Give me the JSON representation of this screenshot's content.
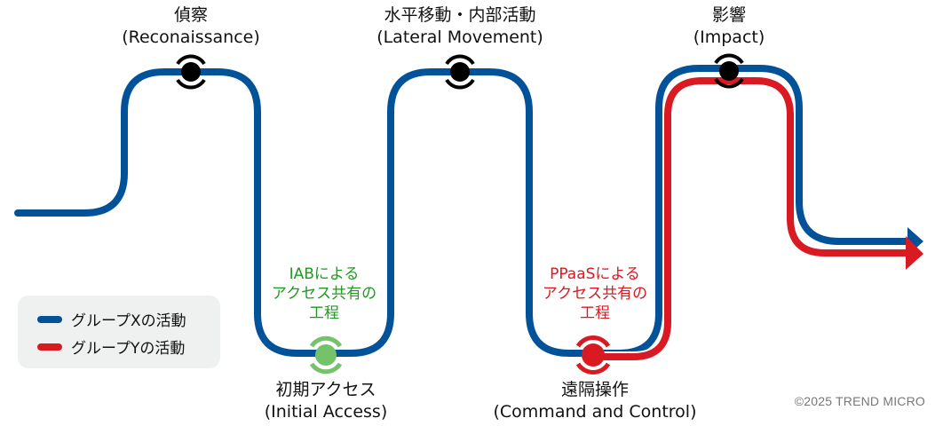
{
  "colors": {
    "group_x": "#02529a",
    "group_y": "#d91a22",
    "node_default": "#000000",
    "node_initial_access": "#74c26a",
    "node_cnc": "#d91a22",
    "note_iab": "#1f9a1f",
    "note_ppaas": "#d91a22",
    "legend_bg": "#eff0f0",
    "copyright": "#777777"
  },
  "stages": [
    {
      "id": "reconnaissance",
      "jp": "偵察",
      "en": "(Reconaissance)"
    },
    {
      "id": "initial-access",
      "jp": "初期アクセス",
      "en": "(Initial Access)"
    },
    {
      "id": "lateral-movement",
      "jp": "水平移動・内部活動",
      "en": "(Lateral Movement)"
    },
    {
      "id": "command-and-control",
      "jp": "遠隔操作",
      "en": "(Command and Control)"
    },
    {
      "id": "impact",
      "jp": "影響",
      "en": "(Impact)"
    }
  ],
  "notes": {
    "iab": [
      "IABによる",
      "アクセス共有の",
      "工程"
    ],
    "ppaas": [
      "PPaaSによる",
      "アクセス共有の",
      "工程"
    ]
  },
  "legend": {
    "items": [
      {
        "label": "グループXの活動",
        "color": "#02529a"
      },
      {
        "label": "グループYの活動",
        "color": "#d91a22"
      }
    ]
  },
  "copyright": "©2025 TREND MICRO"
}
